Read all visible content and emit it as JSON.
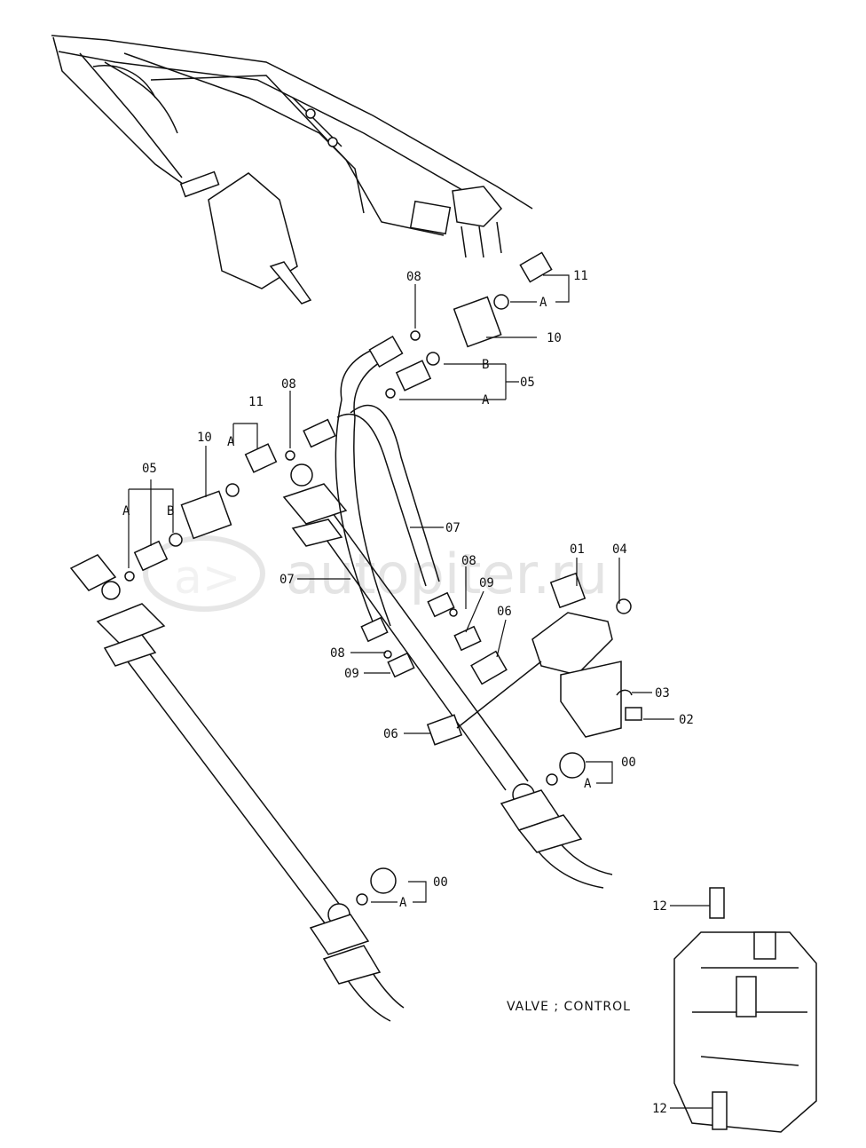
{
  "watermark": "autopiter.ru",
  "caption": "VALVE ; CONTROL",
  "labels": {
    "p00_a": "00",
    "p00_b": "00",
    "p01": "01",
    "p02": "02",
    "p03": "03",
    "p04": "04",
    "p05_left": "05",
    "p05_right": "05",
    "p06_a": "06",
    "p06_b": "06",
    "p07_a": "07",
    "p07_b": "07",
    "p08_a": "08",
    "p08_b": "08",
    "p08_c": "08",
    "p08_d": "08",
    "p09_a": "09",
    "p09_b": "09",
    "p10_left": "10",
    "p10_right": "10",
    "p11_left": "11",
    "p11_right": "11",
    "p12_top": "12",
    "p12_bottom": "12",
    "a_1": "A",
    "a_2": "A",
    "a_3": "A",
    "a_4": "A",
    "a_5": "A",
    "a_6": "A",
    "b_1": "B",
    "b_2": "B"
  }
}
